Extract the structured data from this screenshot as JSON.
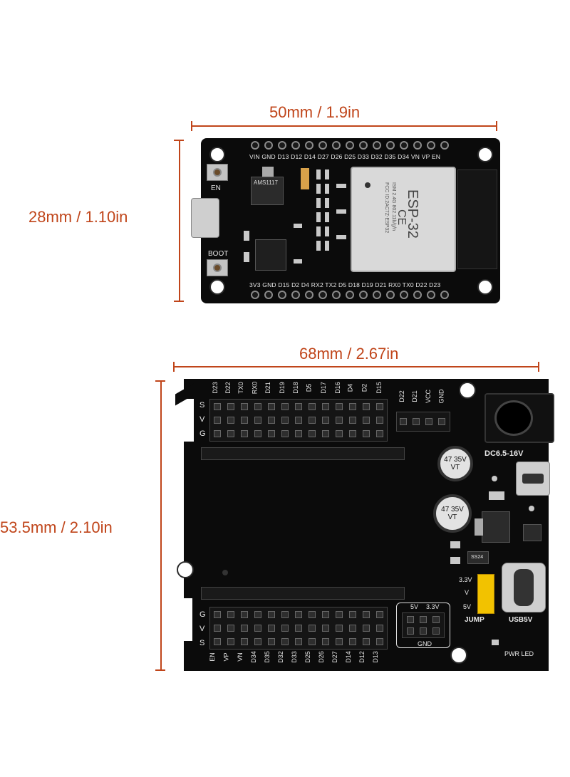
{
  "dimensions": {
    "top_width": "50mm / 1.9in",
    "top_height": "28mm / 1.10in",
    "bottom_width": "68mm / 2.67in",
    "bottom_height": "53.5mm / 2.10in"
  },
  "esp32_board": {
    "top_pins": "VIN GND D13 D12 D14 D27 D26 D25 D33 D32 D35 D34 VN VP EN",
    "bottom_pins": "3V3 GND D15 D2 D4 RX2 TX2 D5 D18 D19 D21 RX0 TX0 D22 D23",
    "en_label": "EN",
    "boot_label": "BOOT",
    "regulator": "AMS1117",
    "module_name": "ESP-32",
    "module_ce": "CE",
    "module_text_1": "ISM 2.4G 802.11b/g/n",
    "module_text_2": "FCC ID:2AC7Z-ESP32"
  },
  "shield_board": {
    "top_header_labels": [
      "D23",
      "D22",
      "TX0",
      "RX0",
      "D21",
      "D19",
      "D18",
      "D5",
      "D17",
      "D16",
      "D4",
      "D2",
      "D15"
    ],
    "aux_header_labels": [
      "D22",
      "D21",
      "VCC",
      "GND"
    ],
    "bottom_header_labels": [
      "EN",
      "VP",
      "VN",
      "D34",
      "D35",
      "D32",
      "D33",
      "D25",
      "D26",
      "D27",
      "D14",
      "D12",
      "D13"
    ],
    "row_labels_top": [
      "S",
      "V",
      "G"
    ],
    "row_labels_bottom": [
      "G",
      "V",
      "S"
    ],
    "dc_label": "DC6.5-16V",
    "cap1_text": "47 35V VT",
    "cap2_text": "47 35V VT",
    "jump_3v3": "3.3V",
    "jump_v": "V",
    "jump_5v": "5V",
    "jump_label": "JUMP",
    "usb_label": "USB5V",
    "pwr_label": "PWR LED",
    "gnd_5v": "5V",
    "gnd_3v3": "3.3V",
    "gnd_label": "GND",
    "diode_label": "SS24"
  }
}
